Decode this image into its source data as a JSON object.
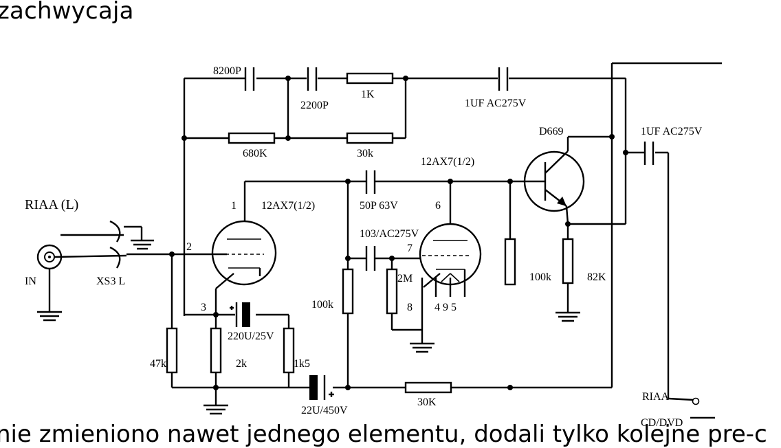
{
  "page": {
    "top_text": "zachwycaja",
    "bottom_text": "nie zmieniono nawet jednego elementu, dodali tylko kolejne pre-c"
  },
  "schematic": {
    "labels": {
      "c_8200p": "8200P",
      "c_2200p": "2200P",
      "r_1k": "1K",
      "c_1uf_top": "1UF  AC275V",
      "r_680k": "680K",
      "r_30k_fb": "30k",
      "transistor": "D669",
      "c_1uf_right": "1UF  AC275V",
      "tube_2": "12AX7(1/2)",
      "riaa_in": "RIAA (L)",
      "pin_1": "1",
      "tube_1": "12AX7(1/2)",
      "c_50p": "50P  63V",
      "pin_6": "6",
      "pin_2": "2",
      "c_103": "103/AC275V",
      "pin_7": "7",
      "in": "IN",
      "xs3": "XS3  L",
      "r_2m": "2M",
      "r_100k_a": "100k",
      "r_100k_b": "100k",
      "r_82k": "82K",
      "pin_8": "8",
      "pins_495": "4  9  5",
      "pin_3": "3",
      "c_220u": "220U/25V",
      "r_47k": "47k",
      "r_2k": "2k",
      "r_1k5": "1k5",
      "c_22u": "22U/450V",
      "r_30k_bottom": "30K",
      "riaa_out": "RIAA",
      "cd_dvd": "CD/DVD"
    }
  }
}
